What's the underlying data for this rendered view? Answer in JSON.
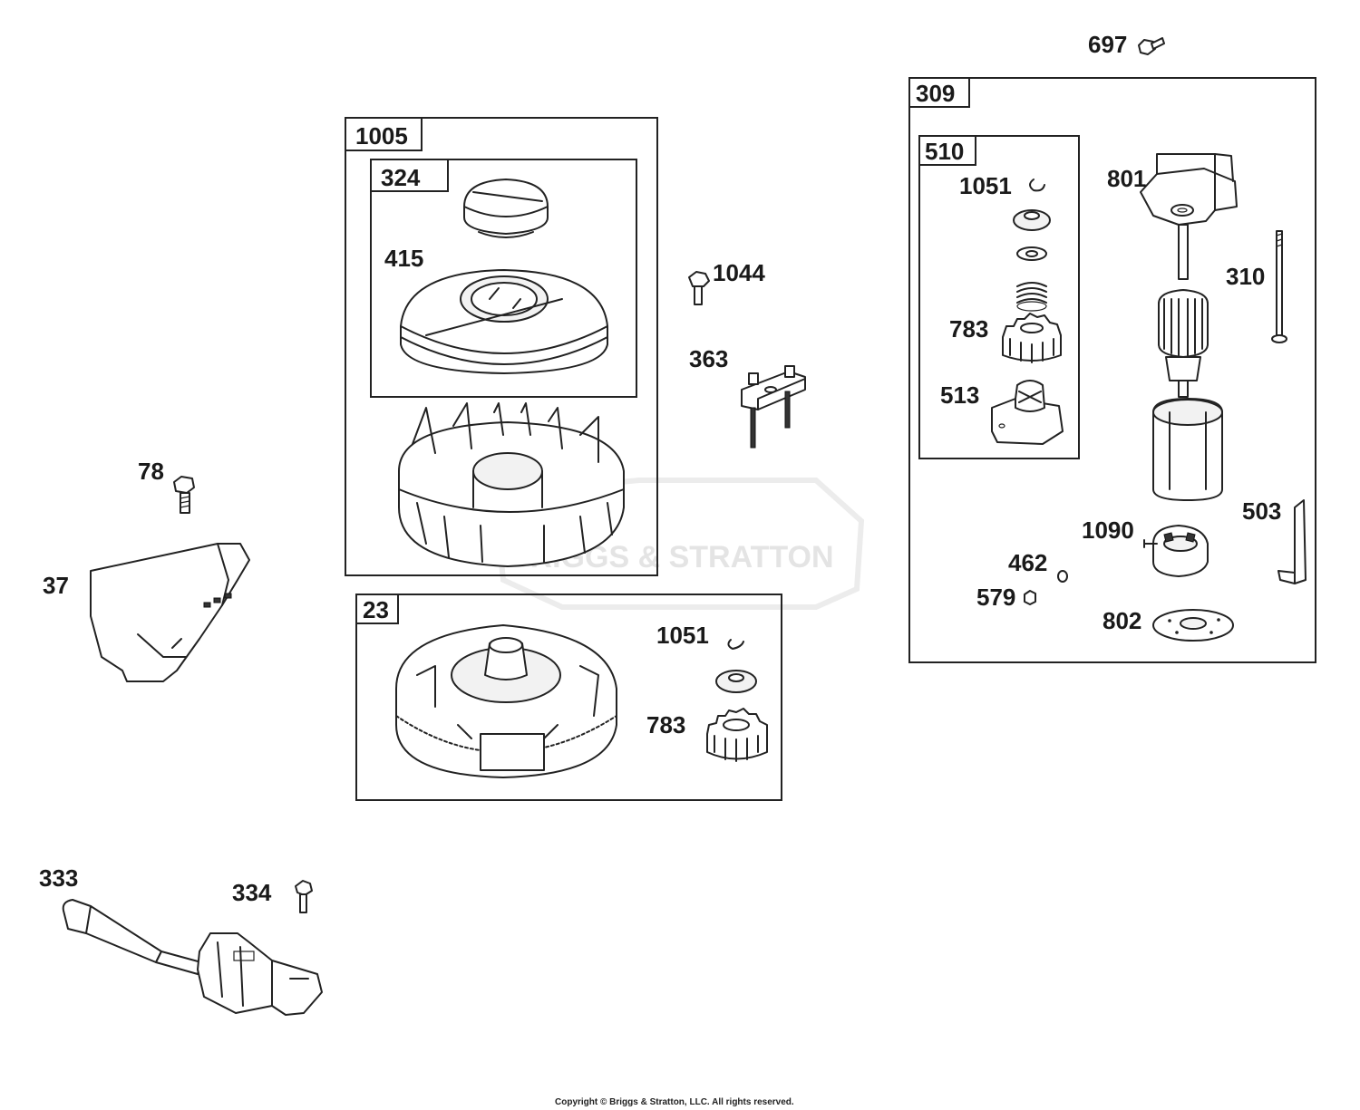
{
  "watermark": "BRIGGS & STRATTON",
  "copyright": "Copyright © Briggs & Stratton, LLC. All rights reserved.",
  "assemblies": {
    "a1005": "1005",
    "a324": "324",
    "a23": "23",
    "a309": "309",
    "a510": "510"
  },
  "parts": {
    "p415": "415",
    "p1044": "1044",
    "p363": "363",
    "p78": "78",
    "p37": "37",
    "p1051a": "1051",
    "p783a": "783",
    "p333": "333",
    "p334": "334",
    "p697": "697",
    "p1051b": "1051",
    "p783b": "783",
    "p513": "513",
    "p801": "801",
    "p310": "310",
    "p503": "503",
    "p1090": "1090",
    "p462": "462",
    "p579": "579",
    "p802": "802"
  }
}
